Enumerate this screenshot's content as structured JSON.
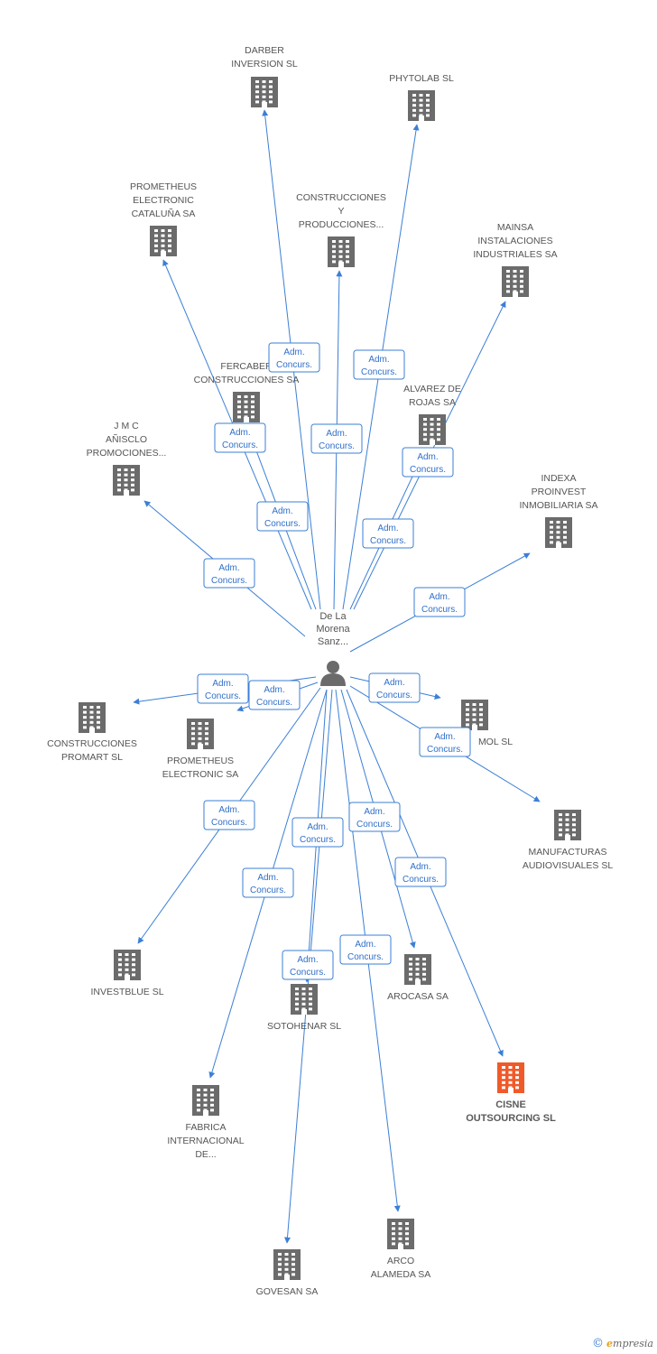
{
  "colors": {
    "edge": "#3b7fd6",
    "building": "#6b6b6b",
    "highlight": "#f05a28",
    "person": "#6b6b6b"
  },
  "center": {
    "label": [
      "De La",
      "Morena",
      "Sanz..."
    ],
    "icon": "person-icon"
  },
  "edge_label": [
    "Adm.",
    "Concurs."
  ],
  "nodes": [
    {
      "id": "darber",
      "label": [
        "DARBER",
        "INVERSION SL"
      ]
    },
    {
      "id": "phytolab",
      "label": [
        "PHYTOLAB SL"
      ]
    },
    {
      "id": "prometheus-cat",
      "label": [
        "PROMETHEUS",
        "ELECTRONIC",
        "CATALUÑA SA"
      ]
    },
    {
      "id": "construcciones-prod",
      "label": [
        "CONSTRUCCIONES",
        "Y",
        "PRODUCCIONES..."
      ]
    },
    {
      "id": "mainsa",
      "label": [
        "MAINSA",
        "INSTALACIONES",
        "INDUSTRIALES SA"
      ]
    },
    {
      "id": "fercaber",
      "label": [
        "FERCABER",
        "CONSTRUCCIONES SA"
      ]
    },
    {
      "id": "alvarez",
      "label": [
        "ALVAREZ DE",
        "ROJAS SA"
      ]
    },
    {
      "id": "jmc",
      "label": [
        "J M C",
        "AÑISCLO",
        "PROMOCIONES..."
      ]
    },
    {
      "id": "indexa",
      "label": [
        "INDEXA",
        "PROINVEST",
        "INMOBILIARIA SA"
      ]
    },
    {
      "id": "promart",
      "label": [
        "CONSTRUCCIONES",
        "PROMART SL"
      ]
    },
    {
      "id": "prometheus-sa",
      "label": [
        "PROMETHEUS",
        "ELECTRONIC SA"
      ]
    },
    {
      "id": "mol",
      "label": [
        "MOL SL"
      ]
    },
    {
      "id": "manufacturas",
      "label": [
        "MANUFACTURAS",
        "AUDIOVISUALES SL"
      ]
    },
    {
      "id": "investblue",
      "label": [
        "INVESTBLUE SL"
      ]
    },
    {
      "id": "sotohenar",
      "label": [
        "SOTOHENAR SL"
      ]
    },
    {
      "id": "arocasa",
      "label": [
        "AROCASA SA"
      ]
    },
    {
      "id": "cisne",
      "label": [
        "CISNE",
        "OUTSOURCING SL"
      ],
      "highlight": true
    },
    {
      "id": "fabrica",
      "label": [
        "FABRICA",
        "INTERNACIONAL",
        "DE..."
      ]
    },
    {
      "id": "govesan",
      "label": [
        "GOVESAN SA"
      ]
    },
    {
      "id": "arco",
      "label": [
        "ARCO",
        "ALAMEDA SA"
      ]
    }
  ],
  "footer": {
    "copyright": "©",
    "brand_first": "e",
    "brand_rest": "mpresia"
  }
}
